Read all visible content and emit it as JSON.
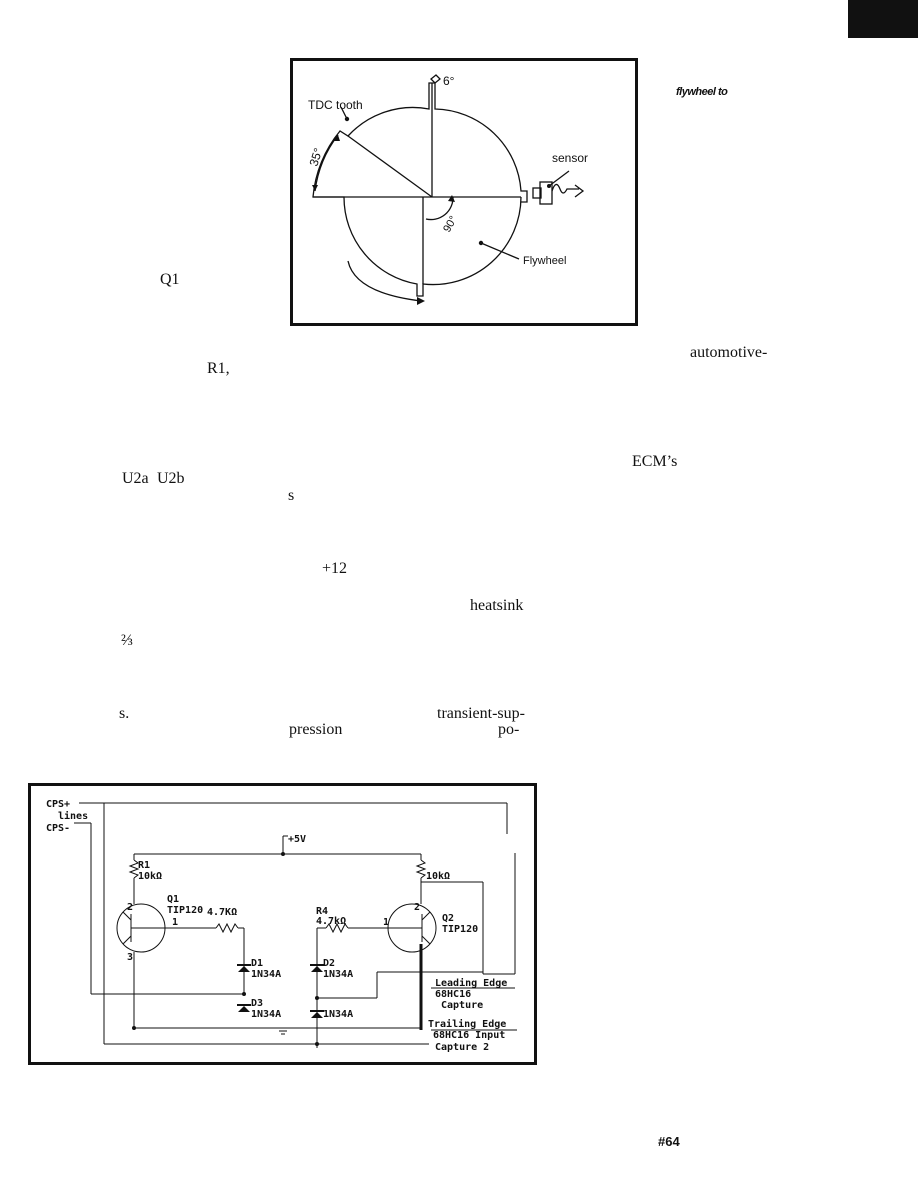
{
  "page": {
    "page_number": "#64"
  },
  "fragments": {
    "caption_right": "flywheel to",
    "q1": "Q1",
    "automotive": "automotive-",
    "r1": "R1,",
    "ecms": "ECM’s",
    "u2a": "U2a",
    "u2b": "U2b",
    "s1": "s",
    "plus12": "+12",
    "heatsink": "heatsink",
    "two_thirds": "⅔",
    "s2": "s.",
    "transient": "transient-sup-",
    "pression": "pression",
    "po": "po-"
  },
  "figure1": {
    "label_6deg": "6°",
    "label_tdc": "TDC tooth",
    "label_35deg": "35°",
    "label_sensor": "sensor",
    "label_90deg": "90°",
    "label_flywheel": "Flywheel"
  },
  "figure2": {
    "cps_plus": "CPS+",
    "lines": "lines",
    "cps_minus": "CPS-",
    "plus5v": "+5V",
    "r1": "R1",
    "r1_val": "10kΩ",
    "r2_val": "10kΩ",
    "q1": "Q1",
    "q1_part": "TIP120",
    "q2": "Q2",
    "q2_part": "TIP120",
    "r3_val": "4.7KΩ",
    "r4": "R4",
    "r4_val": "4.7kΩ",
    "d1": "D1",
    "d1_part": "1N34A",
    "d2": "D2",
    "d2_part": "1N34A",
    "d3": "D3",
    "d3_part": "1N34A",
    "d4_part": "1N34A",
    "pin2a": "2",
    "pin1a": "1",
    "pin3a": "3",
    "pin2b": "2",
    "pin1b": "1",
    "leading_edge": "Leading Edge",
    "mcu_a": "68HC16",
    "capture_a": "Capture",
    "trailing_edge": "Trailing Edge",
    "mcu_input": "68HC16 Input",
    "capture_2": "Capture 2"
  }
}
